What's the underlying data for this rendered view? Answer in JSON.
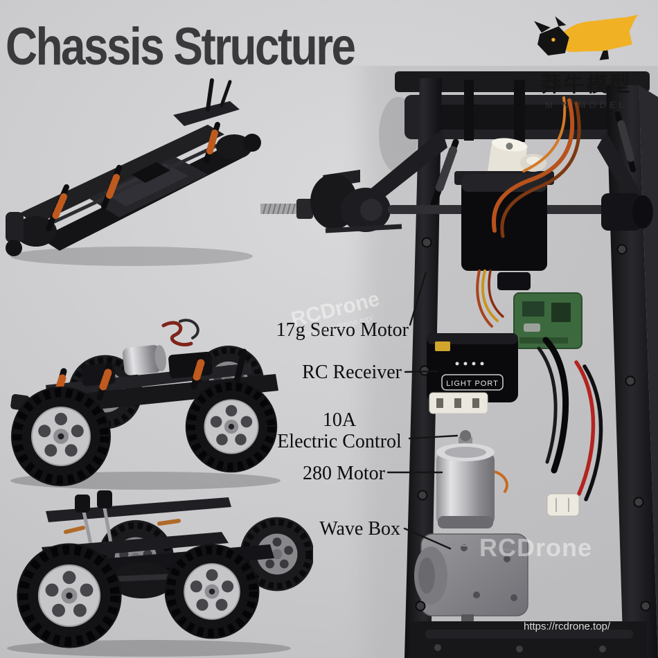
{
  "page": {
    "title": "Chassis Structure"
  },
  "logo": {
    "brand_cn": "莽牛模型",
    "brand_en": "M N MODEL"
  },
  "callouts": [
    {
      "text": "17g Servo Motor"
    },
    {
      "text": "RC Receiver"
    },
    {
      "line1": "10A",
      "line2": "Electric Control"
    },
    {
      "text": "280 Motor"
    },
    {
      "text": "Wave Box"
    }
  ],
  "closeup_labels": {
    "esc_port": "LIGHT PORT"
  },
  "watermarks": {
    "center_name": "RCDrone",
    "center_url": "https://rcdrone.top/",
    "corner_name": "RCDrone",
    "corner_url": "https://rcdrone.top/"
  },
  "colors": {
    "accent_yellow": "#f0b125",
    "background_gray": "#cbcbcd",
    "title_text": "#3a3a3c",
    "label_text": "#0d0d0f"
  }
}
